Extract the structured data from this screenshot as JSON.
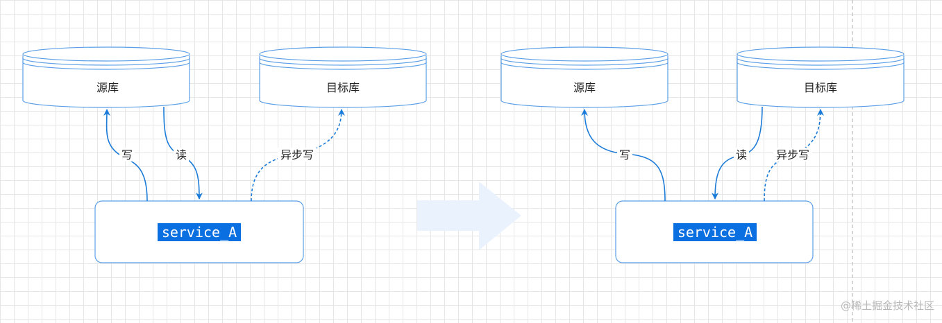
{
  "colors": {
    "stroke": "#5a9ee6",
    "connector": "#1b7bd9",
    "highlight": "#0a6fe0",
    "transition_arrow": "#eaf3fd",
    "guide_line": "#c9c9c9"
  },
  "before": {
    "source_db": "源库",
    "target_db": "目标库",
    "service": "service_A",
    "edges": {
      "write": "写",
      "read": "读",
      "async_write": "异步写"
    }
  },
  "after": {
    "source_db": "源库",
    "target_db": "目标库",
    "service": "service_A",
    "edges": {
      "write": "写",
      "read": "读",
      "async_write": "异步写"
    }
  },
  "watermark": "@稀土掘金技术社区"
}
